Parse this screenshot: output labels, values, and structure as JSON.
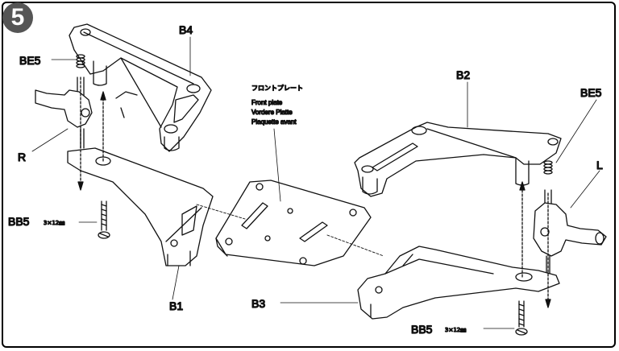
{
  "step_number": "5",
  "labels": {
    "be5_left": "BE5",
    "b4": "B4",
    "r": "R",
    "bb5_left": "BB5",
    "bb5_left_size": "3×12㎜",
    "b1": "B1",
    "front_plate_jp": "フロントプレート",
    "front_plate_en": "Front plate",
    "front_plate_de": "Vordere Platte",
    "front_plate_fr": "Plaquette avant",
    "b2": "B2",
    "be5_right": "BE5",
    "l": "L",
    "b3": "B3",
    "bb5_right": "BB5",
    "bb5_right_size": "3×12㎜"
  }
}
